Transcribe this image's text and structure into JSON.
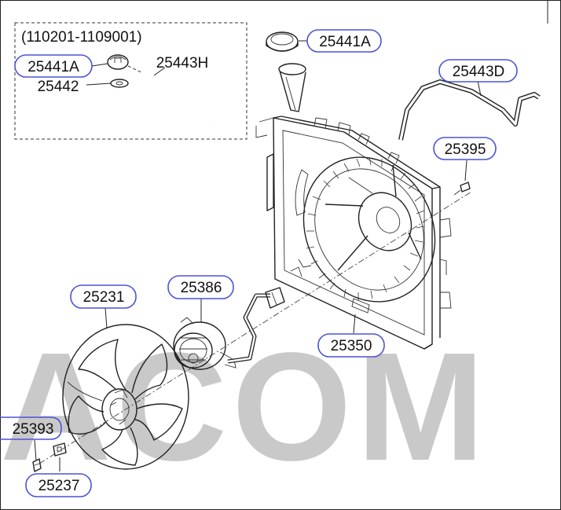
{
  "inset": {
    "range": "(110201-1109001)"
  },
  "watermark": "ACOM",
  "labels": {
    "cap_inset": "25441A",
    "gasket": "25442",
    "hose_inset": "25443H",
    "cap_main": "25441A",
    "hose_main": "25443D",
    "screw": "25395",
    "fan": "25231",
    "motor": "25386",
    "shroud": "25350",
    "nut": "25393",
    "washer": "25237"
  }
}
